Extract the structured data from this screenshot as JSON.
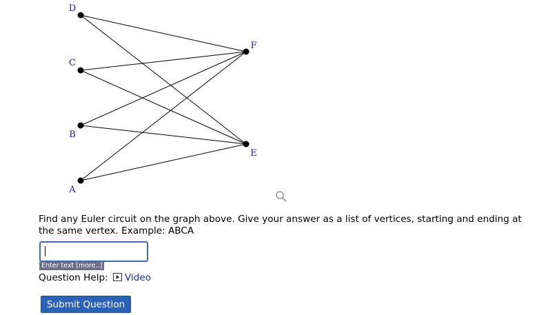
{
  "graph": {
    "vertices": [
      {
        "id": "D",
        "label": "D"
      },
      {
        "id": "C",
        "label": "C"
      },
      {
        "id": "B",
        "label": "B"
      },
      {
        "id": "A",
        "label": "A"
      },
      {
        "id": "F",
        "label": "F"
      },
      {
        "id": "E",
        "label": "E"
      }
    ],
    "edges": [
      [
        "D",
        "F"
      ],
      [
        "D",
        "E"
      ],
      [
        "C",
        "F"
      ],
      [
        "C",
        "E"
      ],
      [
        "B",
        "F"
      ],
      [
        "B",
        "E"
      ],
      [
        "A",
        "F"
      ],
      [
        "A",
        "E"
      ]
    ],
    "label_color": "#1a1a9c"
  },
  "zoom": {
    "icon": "magnifier-icon"
  },
  "question": {
    "text": "Find any Euler circuit on the graph above. Give your answer as a list of vertices, starting and ending at the same vertex. Example: ABCA"
  },
  "answer": {
    "value": "",
    "hint_label": "Enter text [more..]"
  },
  "help": {
    "label": "Question Help:",
    "video_label": "Video",
    "video_icon": "play-icon"
  },
  "submit": {
    "label": "Submit Question",
    "color": "#2b62b8"
  }
}
